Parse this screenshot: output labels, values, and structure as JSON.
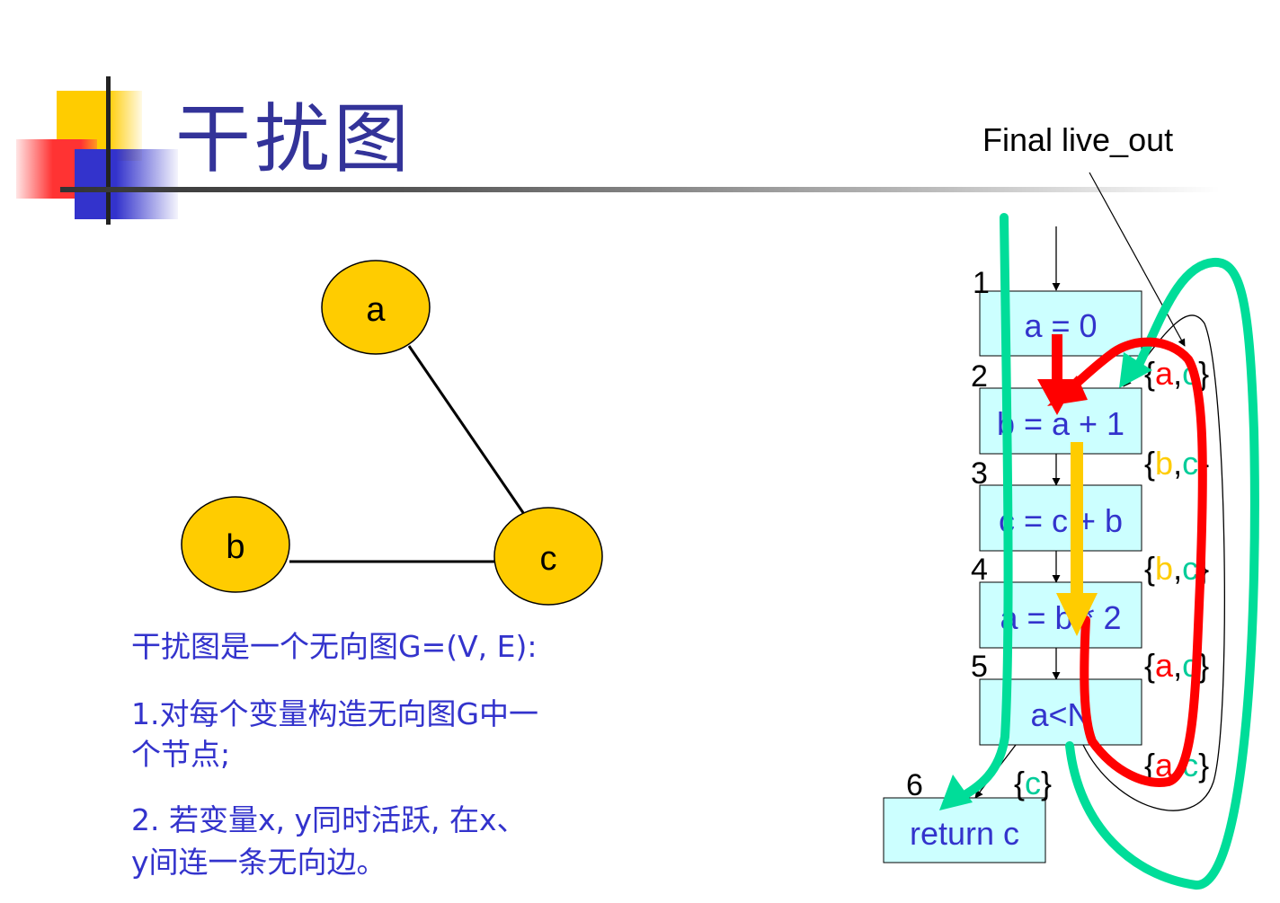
{
  "title": "干扰图",
  "graph": {
    "nodes": [
      {
        "id": "a",
        "label": "a"
      },
      {
        "id": "b",
        "label": "b"
      },
      {
        "id": "c",
        "label": "c"
      }
    ],
    "edges": [
      [
        "a",
        "c"
      ],
      [
        "b",
        "c"
      ]
    ]
  },
  "description": {
    "line1": "干扰图是一个无向图G=(V, E):",
    "item1_line1": "1.对每个变量构造无向图G中一",
    "item1_line2": "个节点;",
    "item2_line1": "2. 若变量x, y同时活跃, 在x、",
    "item2_line2": "y间连一条无向边。"
  },
  "cfg": {
    "annotation": "Final live_out",
    "blocks": [
      {
        "num": "1",
        "code": "a = 0"
      },
      {
        "num": "2",
        "code": "b = a + 1"
      },
      {
        "num": "3",
        "code": "c = c + b"
      },
      {
        "num": "4",
        "code": "a = b * 2"
      },
      {
        "num": "5",
        "code": "a<N"
      },
      {
        "num": "6",
        "code": "return c"
      }
    ],
    "live_sets": [
      {
        "open": "{",
        "v1": "a",
        "sep": ",",
        "v2": "c",
        "close": "}"
      },
      {
        "open": "{",
        "v1": "b",
        "sep": ",",
        "v2": "c",
        "close": "}"
      },
      {
        "open": "{",
        "v1": "b",
        "sep": ",",
        "v2": "c",
        "close": "}"
      },
      {
        "open": "{",
        "v1": "a",
        "sep": ",",
        "v2": "c",
        "close": "}"
      },
      {
        "open": "{",
        "v1": "a",
        "sep": ",",
        "v2": "c",
        "close": "}"
      },
      {
        "open": "{",
        "v1": "c",
        "close": "}"
      }
    ]
  },
  "colors": {
    "title": "#333399",
    "text": "#3333cc",
    "node_fill": "#ffcc00",
    "block_fill": "#ccffff",
    "live_a": "#ff0000",
    "live_b": "#ffcc00",
    "live_c": "#00cc99",
    "arrow_red": "#ff0000",
    "arrow_yellow": "#ffcc00",
    "arrow_green": "#00dd99"
  }
}
